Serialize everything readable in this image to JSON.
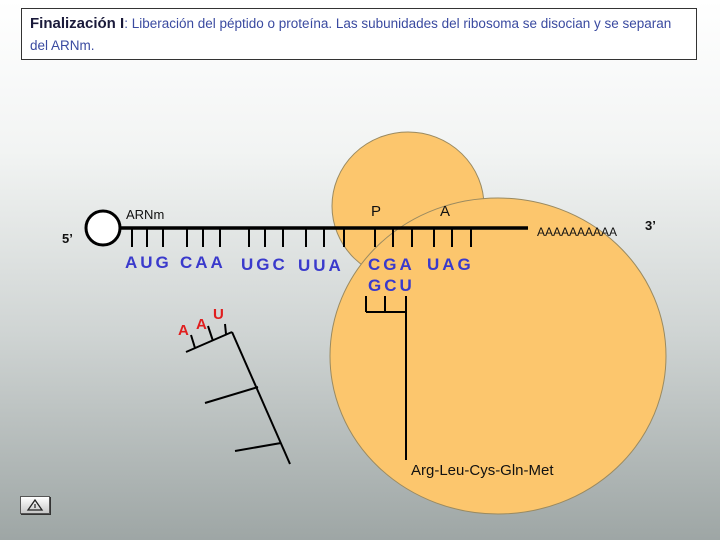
{
  "title": {
    "bold": "Finalización I",
    "rest": ": Liberación del péptido o proteína. Las subunidades del ribosoma se disocian y se separan del ARNm."
  },
  "labels": {
    "five_prime": "5’",
    "mrna": "ARNm",
    "site_p": "P",
    "site_a": "A",
    "poly_a": "AAAAAAAAAA",
    "three_prime": "3’",
    "peptide": "Arg-Leu-Cys-Gln-Met"
  },
  "codons": [
    "AUG",
    "CAA",
    "UGC",
    "UUA",
    "CGA",
    "UAG"
  ],
  "anticodon_p": "GCU",
  "released_trna": {
    "a1": "A",
    "a2": "A",
    "u": "U"
  },
  "colors": {
    "ribosome": "#fcc66d",
    "codon_text": "#3a3acc",
    "red_nucleotide": "#e01e1e",
    "mrna_line": "#000000"
  },
  "icons": {
    "home_button": "home-icon"
  }
}
